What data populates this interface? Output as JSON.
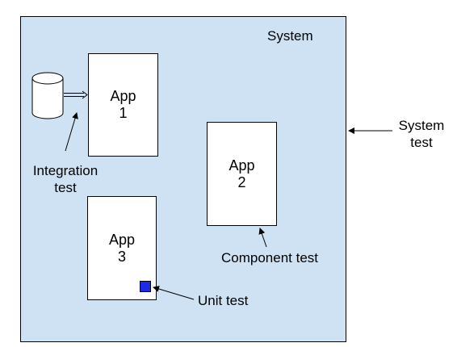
{
  "system": {
    "label": "System"
  },
  "apps": [
    {
      "name": "App",
      "number": "1"
    },
    {
      "name": "App",
      "number": "2"
    },
    {
      "name": "App",
      "number": "3"
    }
  ],
  "labels": {
    "system_test_line1": "System",
    "system_test_line2": "test",
    "integration_test_line1": "Integration",
    "integration_test_line2": "test",
    "component_test": "Component test",
    "unit_test": "Unit test"
  },
  "colors": {
    "system_fill": "#cfe2f3",
    "unit_square": "#1c2be8"
  },
  "icons": [
    "database-icon"
  ]
}
